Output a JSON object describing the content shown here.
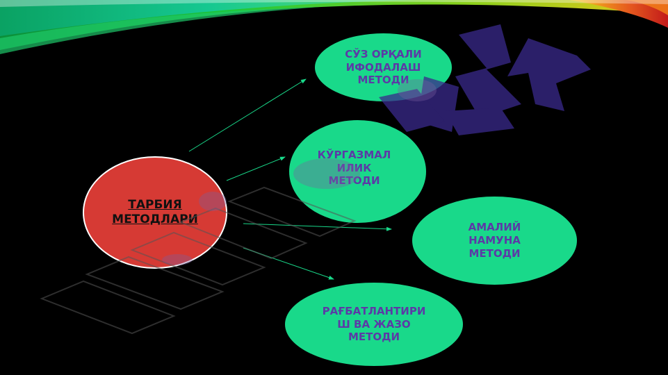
{
  "slide": {
    "center_node": {
      "label": "ТАРБИЯ\nМЕТОДЛАРИ"
    },
    "method_nodes": [
      {
        "label": "СЎЗ ОРҚАЛИ\nИФОДАЛАШ\nМЕТОДИ"
      },
      {
        "label": "КЎРГАЗМАЛ\nИЛИК\nМЕТОДИ"
      },
      {
        "label": "АМАЛИЙ\nНАМУНА\nМЕТОДИ"
      },
      {
        "label": "РАҒБАТЛАНТИРИ\nШ ВА ЖАЗО\nМЕТОДИ"
      }
    ],
    "colors": {
      "node_fill": "#19d98a",
      "node_text": "#5c3aa6",
      "center_fill": "#d63a34",
      "arrow": "#19d98a",
      "background": "#000000"
    }
  }
}
